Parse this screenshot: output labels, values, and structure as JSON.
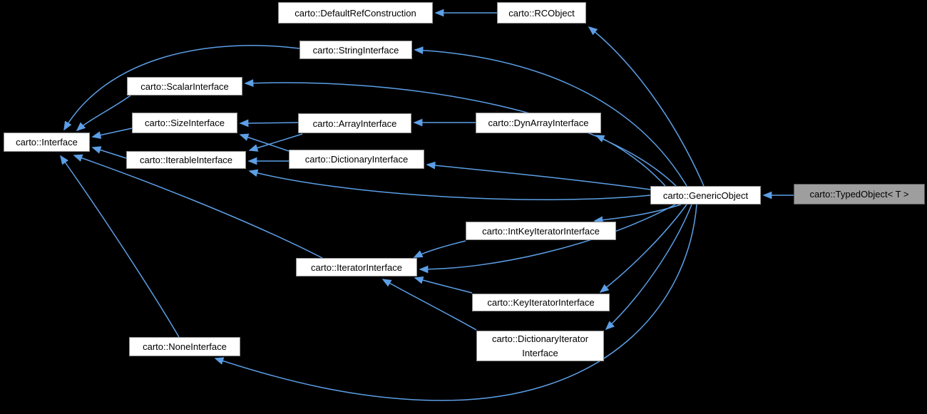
{
  "diagram": {
    "title": "carto class inheritance graph",
    "background_color": "#000000",
    "edge_color": "#5C9FE6",
    "node_fill": "#FFFFFF",
    "node_border": "#8F8F8F",
    "highlight_node_fill": "#9E9E9E",
    "highlight_node_border": "#565656",
    "nodes": [
      {
        "id": "default-ref-construction",
        "label": "carto::DefaultRefConstruction"
      },
      {
        "id": "rc-object",
        "label": "carto::RCObject"
      },
      {
        "id": "string-interface",
        "label": "carto::StringInterface"
      },
      {
        "id": "scalar-interface",
        "label": "carto::ScalarInterface"
      },
      {
        "id": "size-interface",
        "label": "carto::SizeInterface"
      },
      {
        "id": "array-interface",
        "label": "carto::ArrayInterface"
      },
      {
        "id": "dynarray-interface",
        "label": "carto::DynArrayInterface"
      },
      {
        "id": "interface",
        "label": "carto::Interface"
      },
      {
        "id": "iterable-interface",
        "label": "carto::IterableInterface"
      },
      {
        "id": "dictionary-interface",
        "label": "carto::DictionaryInterface"
      },
      {
        "id": "generic-object",
        "label": "carto::GenericObject"
      },
      {
        "id": "typed-object",
        "label": "carto::TypedObject< T >"
      },
      {
        "id": "intkey-iterator-interface",
        "label": "carto::IntKeyIteratorInterface"
      },
      {
        "id": "iterator-interface",
        "label": "carto::IteratorInterface"
      },
      {
        "id": "key-iterator-interface",
        "label": "carto::KeyIteratorInterface"
      },
      {
        "id": "dictionary-iterator-interface",
        "label": "carto::DictionaryIterator Interface"
      },
      {
        "id": "none-interface",
        "label": "carto::NoneInterface"
      }
    ],
    "edges": [
      {
        "from": "rc-object",
        "to": "default-ref-construction"
      },
      {
        "from": "typed-object",
        "to": "generic-object"
      },
      {
        "from": "dynarray-interface",
        "to": "array-interface"
      },
      {
        "from": "array-interface",
        "to": "size-interface"
      },
      {
        "from": "array-interface",
        "to": "iterable-interface"
      },
      {
        "from": "dictionary-interface",
        "to": "size-interface"
      },
      {
        "from": "dictionary-interface",
        "to": "iterable-interface"
      },
      {
        "from": "size-interface",
        "to": "interface"
      },
      {
        "from": "iterable-interface",
        "to": "interface"
      },
      {
        "from": "scalar-interface",
        "to": "interface"
      },
      {
        "from": "string-interface",
        "to": "interface"
      },
      {
        "from": "iterator-interface",
        "to": "interface"
      },
      {
        "from": "none-interface",
        "to": "interface"
      },
      {
        "from": "generic-object",
        "to": "rc-object"
      },
      {
        "from": "generic-object",
        "to": "string-interface"
      },
      {
        "from": "generic-object",
        "to": "scalar-interface"
      },
      {
        "from": "generic-object",
        "to": "dynarray-interface"
      },
      {
        "from": "generic-object",
        "to": "dictionary-interface"
      },
      {
        "from": "generic-object",
        "to": "iterable-interface"
      },
      {
        "from": "generic-object",
        "to": "iterator-interface"
      },
      {
        "from": "generic-object",
        "to": "intkey-iterator-interface"
      },
      {
        "from": "generic-object",
        "to": "key-iterator-interface"
      },
      {
        "from": "generic-object",
        "to": "dictionary-iterator-interface"
      },
      {
        "from": "generic-object",
        "to": "none-interface"
      },
      {
        "from": "intkey-iterator-interface",
        "to": "iterator-interface"
      },
      {
        "from": "key-iterator-interface",
        "to": "iterator-interface"
      },
      {
        "from": "dictionary-iterator-interface",
        "to": "iterator-interface"
      }
    ]
  }
}
